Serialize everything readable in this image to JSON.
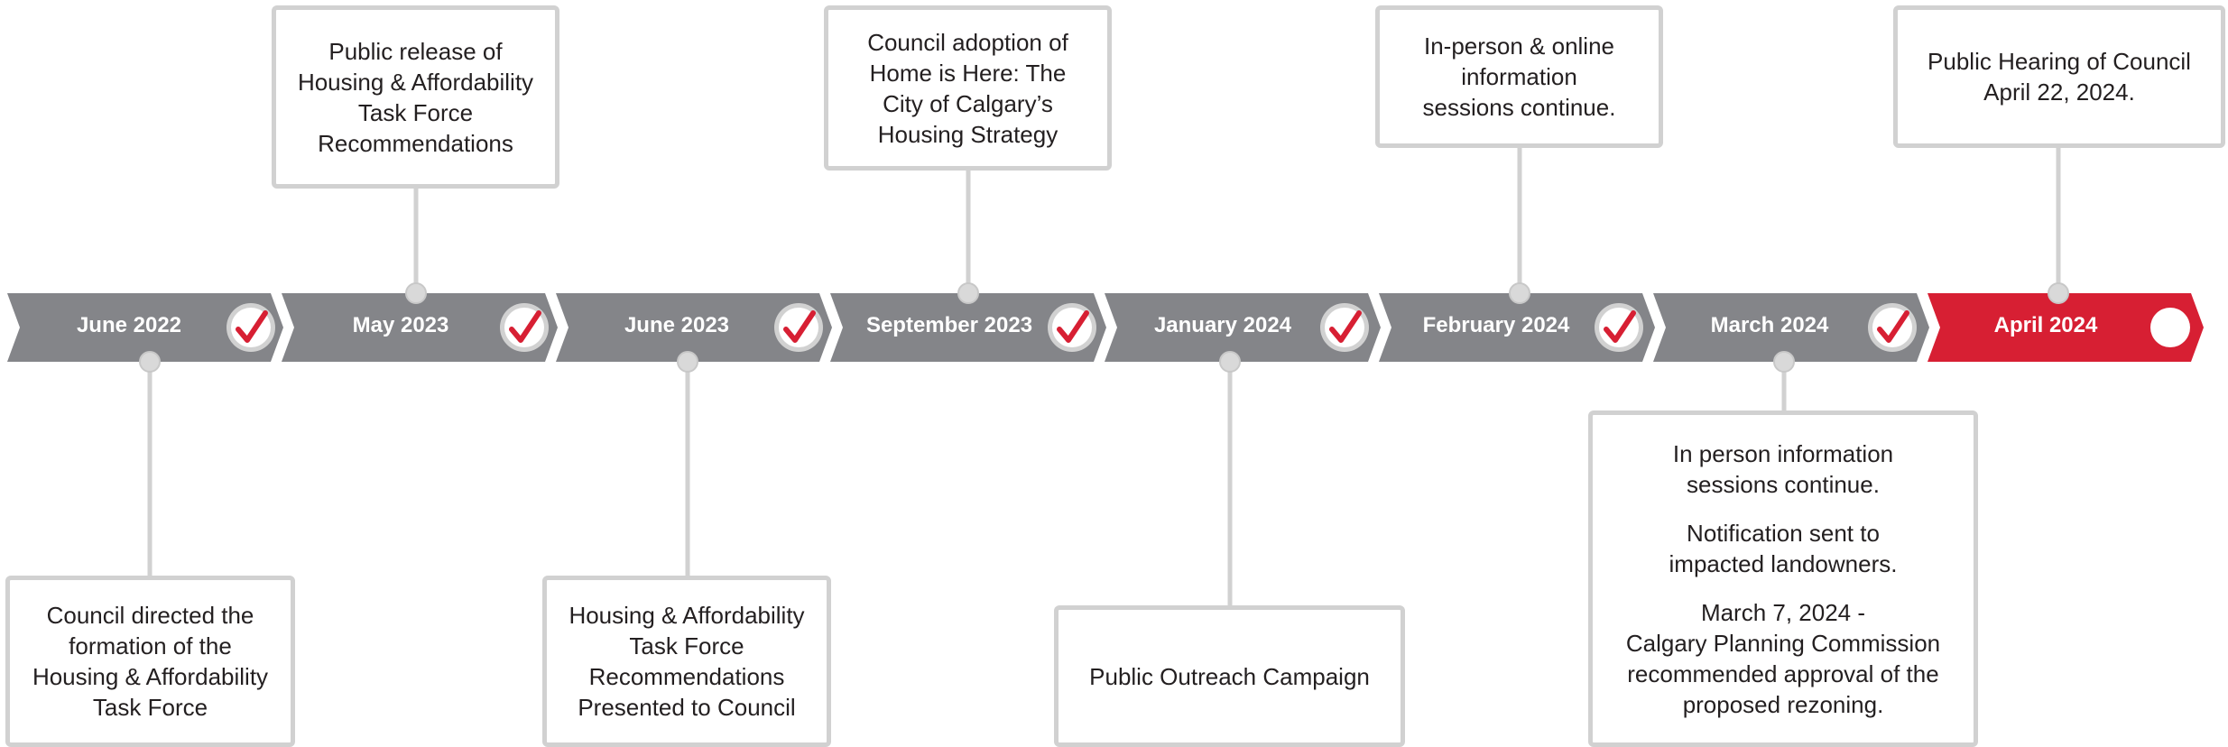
{
  "colors": {
    "segment": "#848589",
    "segment_current": "#d71f33",
    "check": "#d71f33",
    "connector": "#d1d1d1",
    "box_border": "#d1d1d1",
    "text": "#231f20"
  },
  "timeline": {
    "segments": [
      {
        "label": "June 2022",
        "status": "complete",
        "icon": "checkmark-icon"
      },
      {
        "label": "May 2023",
        "status": "complete",
        "icon": "checkmark-icon"
      },
      {
        "label": "June 2023",
        "status": "complete",
        "icon": "checkmark-icon"
      },
      {
        "label": "September 2023",
        "status": "complete",
        "icon": "checkmark-icon"
      },
      {
        "label": "January 2024",
        "status": "complete",
        "icon": "checkmark-icon"
      },
      {
        "label": "February 2024",
        "status": "complete",
        "icon": "checkmark-icon"
      },
      {
        "label": "March 2024",
        "status": "complete",
        "icon": "checkmark-icon"
      },
      {
        "label": "April 2024",
        "status": "current",
        "icon": "circle-icon"
      }
    ]
  },
  "events": [
    {
      "date": "June 2022",
      "paragraphs": [
        "Council directed the\nformation of the\nHousing &  Affordability\nTask Force"
      ]
    },
    {
      "date": "May 2023",
      "paragraphs": [
        "Public release of\nHousing & Affordability\nTask Force\nRecommendations"
      ]
    },
    {
      "date": "June 2023",
      "paragraphs": [
        "Housing & Affordability\nTask Force\nRecommendations\nPresented to Council"
      ]
    },
    {
      "date": "September 2023",
      "paragraphs": [
        "Council adoption of\nHome is Here: The\nCity of Calgary’s\nHousing Strategy"
      ]
    },
    {
      "date": "January 2024",
      "paragraphs": [
        "Public Outreach Campaign"
      ]
    },
    {
      "date": "February 2024",
      "paragraphs": [
        "In-person & online\ninformation\nsessions continue."
      ]
    },
    {
      "date": "March 2024",
      "paragraphs": [
        "In person information\nsessions continue.",
        "Notification sent to\nimpacted landowners.",
        "March 7, 2024 -\nCalgary Planning Commission\nrecommended approval of the\nproposed rezoning."
      ]
    },
    {
      "date": "April 2024",
      "paragraphs": [
        "Public Hearing of Council\nApril 22, 2024."
      ]
    }
  ]
}
